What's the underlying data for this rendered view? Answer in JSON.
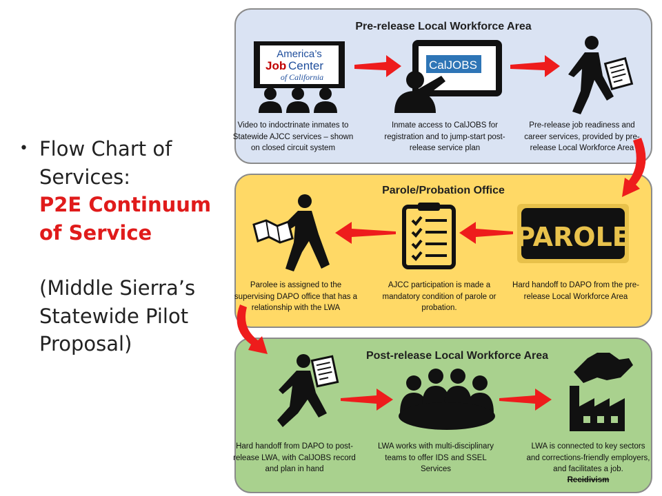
{
  "sidebar": {
    "line1": "Flow Chart of",
    "line2": "Services:",
    "highlight1": "P2E Continuum",
    "highlight2": "of Service",
    "note1": "(Middle Sierra’s",
    "note2": "Statewide Pilot",
    "note3": "Proposal)"
  },
  "panels": {
    "pre": {
      "title": "Pre-release Local Workforce Area",
      "caption1": "Video to indoctrinate inmates to Statewide AJCC services – shown on closed circuit system",
      "caption2": "Inmate access to CalJOBS for registration and to jump-start post-release service plan",
      "caption3": "Pre-release job readiness and career services, provided by pre-release Local Workforce Area",
      "ajcc_line1": "America’s",
      "ajcc_line2a": "Job",
      "ajcc_line2b": "Center",
      "ajcc_line3": "of California",
      "caljobs": "CalJOBS"
    },
    "parole": {
      "title": "Parole/Probation Office",
      "caption1": "Parolee is assigned to the supervising DAPO office that has a relationship with the LWA",
      "caption2": "AJCC participation is made a mandatory condition of parole or probation.",
      "caption3": "Hard handoff to DAPO from the pre-release Local Workforce Area",
      "badge": "PAROLE"
    },
    "post": {
      "title": "Post-release Local Workforce Area",
      "caption1": "Hard handoff from DAPO to post-release LWA, with CalJOBS record and plan in hand",
      "caption2": "LWA works with multi-disciplinary teams to offer IDS and SSEL Services",
      "caption3": "LWA is connected to key sectors and corrections-friendly employers, and facilitates a job.",
      "caption3b": "Recidivism"
    }
  },
  "colors": {
    "pre_bg": "#dae3f3",
    "parole_bg": "#ffd966",
    "post_bg": "#a9d18e",
    "arrow": "#ee1c1c",
    "highlight": "#e01b1b"
  }
}
